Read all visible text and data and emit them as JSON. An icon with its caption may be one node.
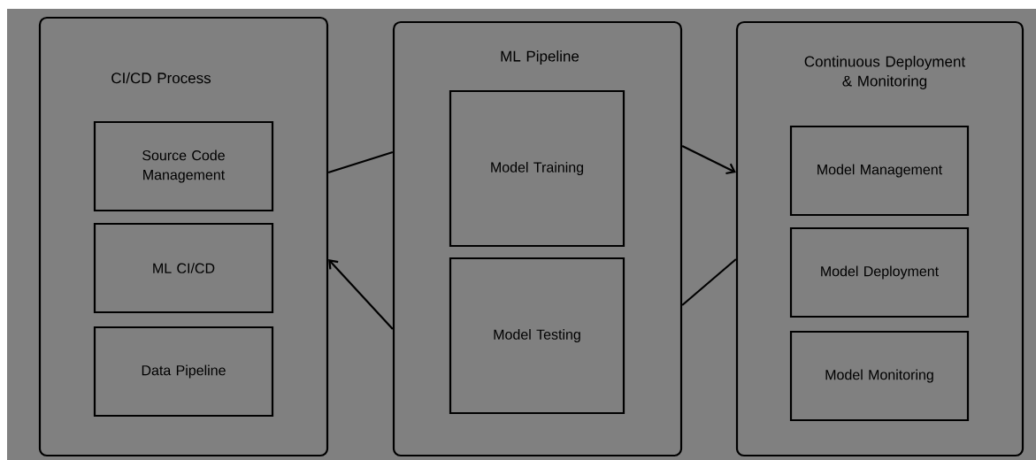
{
  "diagram": {
    "nodes": [
      {
        "text": [
          "CI/CD Process"
        ]
      },
      {
        "text": [
          "Source Code Management"
        ],
        "in": 0
      },
      {
        "text": [
          "ML  CI/CD"
        ],
        "in": 0
      },
      {
        "text": [
          "Data Pipeline"
        ],
        "in": 0
      },
      {
        "text": [
          "ML Pipeline"
        ]
      },
      {
        "text": [
          "Model Training"
        ],
        "in": 4
      },
      {
        "text": [
          "Model Testing"
        ],
        "in": 4
      },
      {
        "text": [
          "Continuous Deployment & Monitoring"
        ]
      },
      {
        "text": [
          "Model Management"
        ],
        "in": 7
      },
      {
        "text": [
          "Model Deployment"
        ],
        "in": 7
      },
      {
        "text": [
          "Model Monitoring"
        ],
        "in": 7
      }
    ],
    "edges": [
      {
        "from": 4,
        "to": 0,
        "arrow": "none"
      },
      {
        "from": 4,
        "to": 0,
        "arrow": "to"
      },
      {
        "from": 4,
        "to": 7,
        "arrow": "to"
      },
      {
        "from": 7,
        "to": 4,
        "arrow": "none"
      }
    ]
  }
}
